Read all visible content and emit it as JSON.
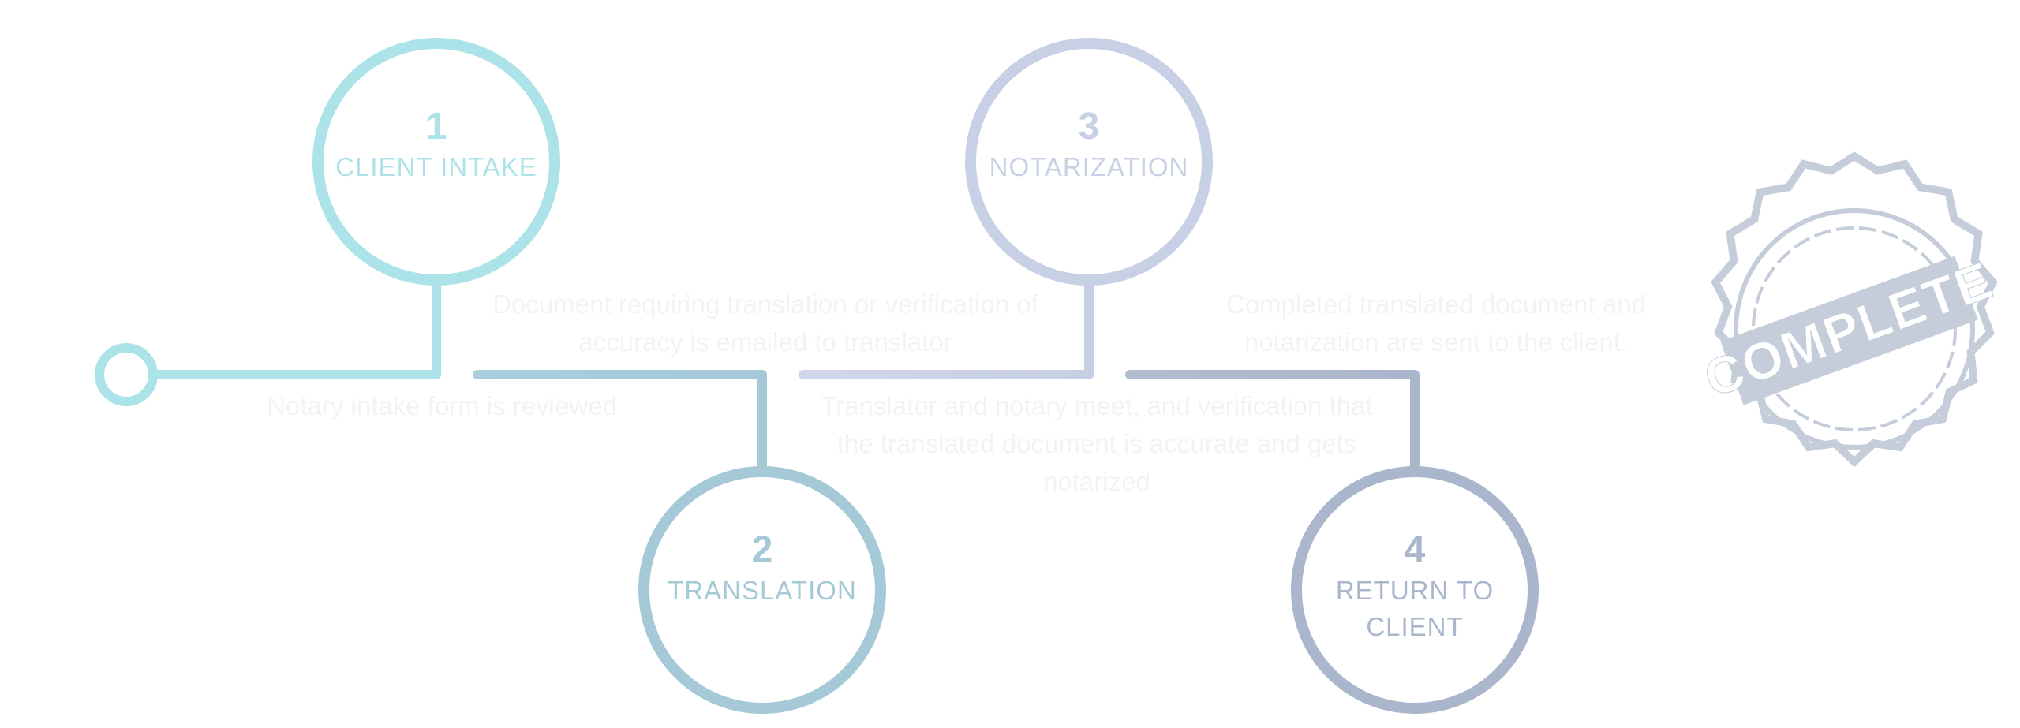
{
  "steps": [
    {
      "number": "1",
      "title": "CLIENT INTAKE",
      "color": "#abe3e8"
    },
    {
      "number": "2",
      "title": "TRANSLATION",
      "color": "#a6c9d7"
    },
    {
      "number": "3",
      "title": "NOTARIZATION",
      "color": "#c8d0e6"
    },
    {
      "number": "4",
      "title": "RETURN TO CLIENT",
      "color": "#aab6cb"
    }
  ],
  "descriptions": [
    "Notary intake form is reviewed",
    "Document requiring translation or verification of accuracy is emailed to translator",
    "Translator and notary meet, and verification that the translated document is accurate and gets notarized",
    "Completed translated document and notarization are sent to the client."
  ],
  "stamp": {
    "text": "COMPLETE",
    "color": "#c5ccda"
  },
  "colors": {
    "start_node": "#abe3e8",
    "final_segment": "#cdcdcd",
    "description_text": "#f3f3f3"
  }
}
